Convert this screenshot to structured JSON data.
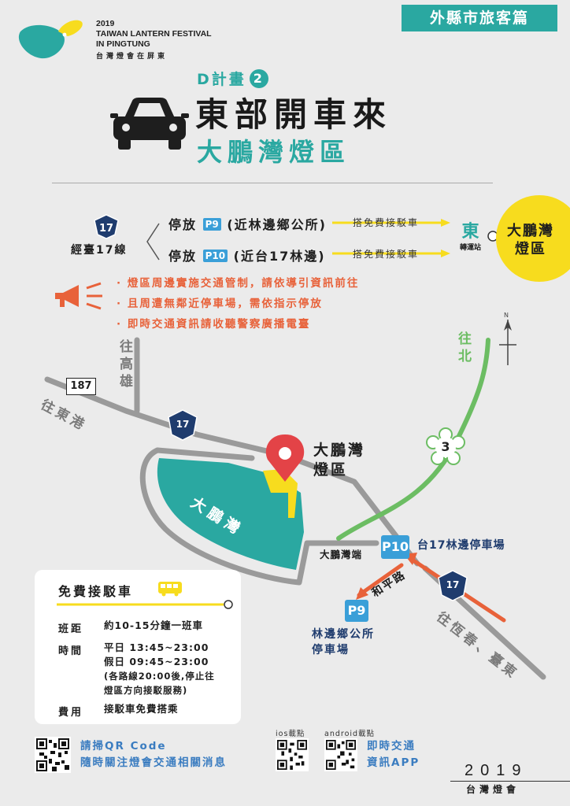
{
  "logo": {
    "line1": "2019",
    "line2": "TAIWAN LANTERN FESTIVAL",
    "line3": "IN PINGTUNG",
    "zh": "台灣燈會在屏東"
  },
  "visitor_badge": "外縣市旅客篇",
  "plan": {
    "label": "D計畫",
    "number": "2"
  },
  "title": "東部開車來",
  "subtitle": "大鵬灣燈區",
  "route": {
    "highway_num": "17",
    "highway_label": "經臺17線",
    "rows": [
      {
        "prefix": "停放",
        "p": "P9",
        "detail": "(近林邊鄉公所)",
        "shuttle": "搭免費接駁車"
      },
      {
        "prefix": "停放",
        "p": "P10",
        "detail": "(近台17林邊)",
        "shuttle": "搭免費接駁車"
      }
    ],
    "station_char": "東",
    "station_label": "轉運站",
    "destination": [
      "大鵬灣",
      "燈區"
    ]
  },
  "notices": [
    "· 燈區周邊實施交通管制，請依導引資訊前往",
    "· 且周遭無鄰近停車場，需依指示停放",
    "· 即時交通資訊請收聽警察廣播電臺"
  ],
  "map": {
    "road_187": "187",
    "to_kaohsiung": [
      "往",
      "高",
      "雄"
    ],
    "to_donggang": [
      "往",
      "東",
      "港"
    ],
    "hwy17": "17",
    "hwy17_b": "17",
    "area_label": "大鵬灣",
    "venue": [
      "大鵬灣",
      "燈區"
    ],
    "north_label": "N",
    "to_north": [
      "往",
      "北"
    ],
    "hwy3": "3",
    "dapeng_end": "大鵬灣端",
    "p10": "P10",
    "p10_label": "台17林邊停車場",
    "heping_road": "和平路",
    "p9": "P9",
    "p9_label": [
      "林邊鄉公所",
      "停車場"
    ],
    "to_hengchun": [
      "往",
      "恆",
      "春",
      "、",
      "臺",
      "東"
    ]
  },
  "shuttle_info": {
    "title": "免費接駁車",
    "rows": [
      {
        "key": "班距",
        "val": [
          "約10-15分鐘一班車"
        ]
      },
      {
        "key": "時間",
        "val": [
          "平日 13:45~23:00",
          "假日 09:45~23:00",
          "(各路線20:00後,停止往",
          "燈區方向接駁服務)"
        ]
      },
      {
        "key": "費用",
        "val": [
          "接駁車免費搭乘"
        ]
      }
    ]
  },
  "footer": {
    "qr_text": [
      "請掃QR Code",
      "隨時關注燈會交通相關消息"
    ],
    "ios_label": "ios載點",
    "android_label": "android載點",
    "app_text": [
      "即時交通",
      "資訊APP"
    ],
    "year": "2019",
    "event": "台灣燈會"
  },
  "colors": {
    "teal": "#2aa8a1",
    "yellow": "#f7dc1e",
    "orange": "#e8623a",
    "blue": "#3a7cc0",
    "navy": "#1f3c6e",
    "green": "#6cbd63",
    "gray_road": "#9a9a9a"
  }
}
